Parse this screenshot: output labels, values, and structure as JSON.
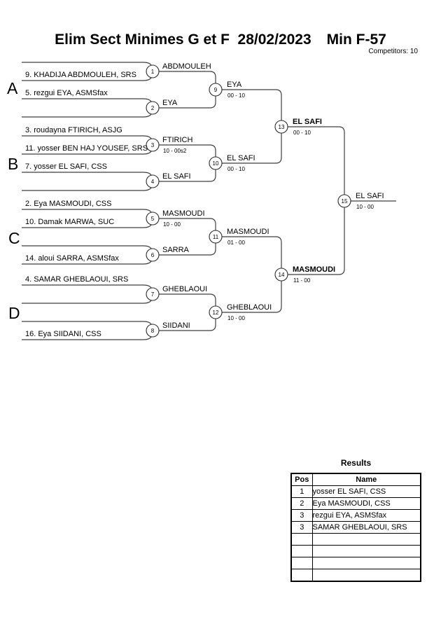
{
  "header": {
    "title": "Elim Sect Minimes G et F  28/02/2023",
    "category": "Min F-57",
    "competitors": "Competitors: 10"
  },
  "bracket": {
    "sections": [
      "A",
      "B",
      "C",
      "D"
    ],
    "players": [
      "9. KHADIJA ABDMOULEH, SRS",
      "5. rezgui EYA, ASMSfax",
      "3. roudayna FTIRICH, ASJG",
      "11. yosser BEN HAJ YOUSEF, SRS",
      "7. yosser EL SAFI, CSS",
      "2. Eya MASMOUDI, CSS",
      "10. Damak MARWA, SUC",
      "14. aloui SARRA, ASMSfax",
      "4. SAMAR GHEBLAOUI, SRS",
      "16. Eya SIIDANI, CSS"
    ],
    "matches": [
      {
        "num": "1",
        "winner": "ABDMOULEH",
        "score": ""
      },
      {
        "num": "2",
        "winner": "EYA",
        "score": ""
      },
      {
        "num": "3",
        "winner": "FTIRICH",
        "score": "10 - 00s2"
      },
      {
        "num": "4",
        "winner": "EL SAFI",
        "score": ""
      },
      {
        "num": "5",
        "winner": "MASMOUDI",
        "score": "10 - 00"
      },
      {
        "num": "6",
        "winner": "SARRA",
        "score": ""
      },
      {
        "num": "7",
        "winner": "GHEBLAOUI",
        "score": ""
      },
      {
        "num": "8",
        "winner": "SIIDANI",
        "score": ""
      },
      {
        "num": "9",
        "winner": "EYA",
        "score": "00 - 10"
      },
      {
        "num": "10",
        "winner": "EL SAFI",
        "score": "00 - 10"
      },
      {
        "num": "11",
        "winner": "MASMOUDI",
        "score": "01 - 00"
      },
      {
        "num": "12",
        "winner": "GHEBLAOUI",
        "score": "10 - 00"
      },
      {
        "num": "13",
        "winner": "EL SAFI",
        "score": "00 - 10"
      },
      {
        "num": "14",
        "winner": "MASMOUDI",
        "score": "11 - 00"
      },
      {
        "num": "15",
        "winner": "EL SAFI",
        "score": "10 - 00"
      }
    ]
  },
  "results": {
    "heading": "Results",
    "columns": [
      "Pos",
      "Name"
    ],
    "rows": [
      [
        "1",
        "yosser EL SAFI, CSS"
      ],
      [
        "2",
        "Eya MASMOUDI, CSS"
      ],
      [
        "3",
        "rezgui EYA, ASMSfax"
      ],
      [
        "3",
        "SAMAR GHEBLAOUI, SRS"
      ],
      [
        "",
        ""
      ],
      [
        "",
        ""
      ],
      [
        "",
        ""
      ],
      [
        "",
        ""
      ]
    ]
  }
}
